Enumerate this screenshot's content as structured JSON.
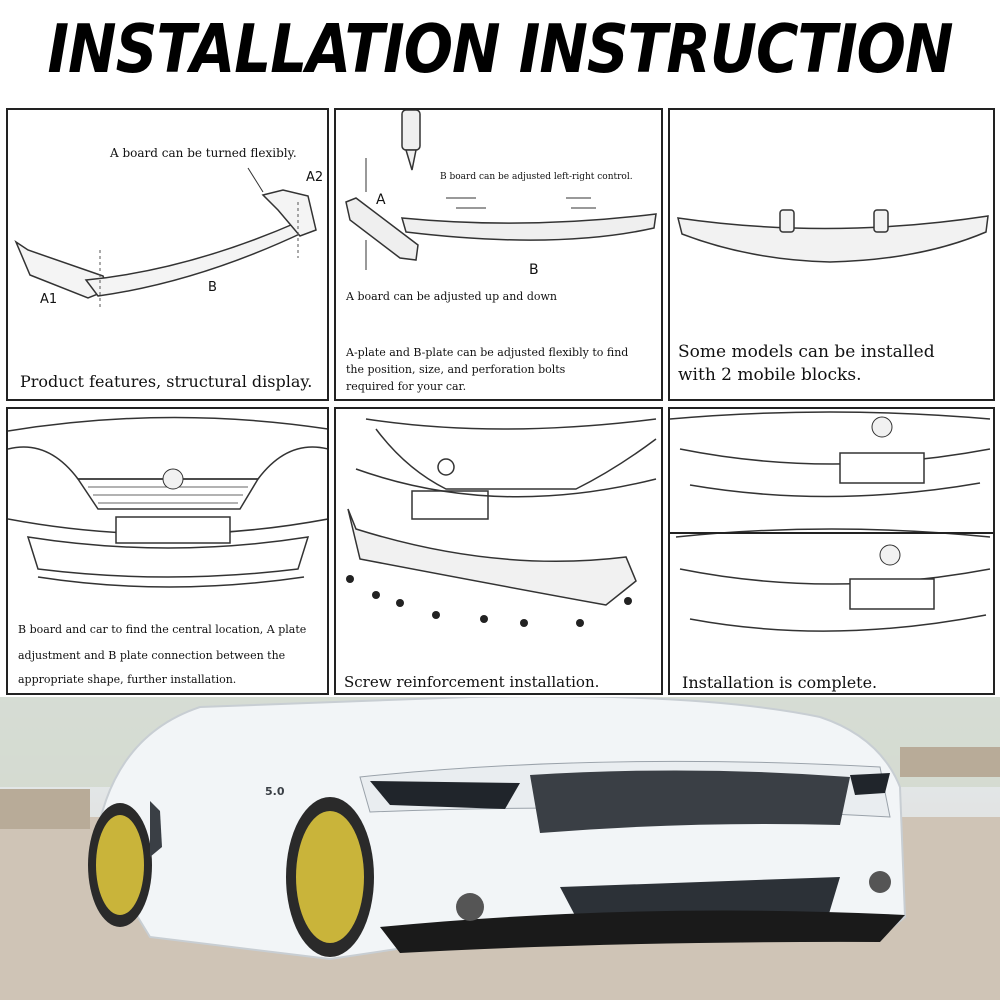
{
  "title": "INSTALLATION INSTRUCTION",
  "panels": {
    "p1": {
      "note": "A board can be turned flexibly.",
      "label_a2": "A2",
      "label_a1": "A1",
      "label_b": "B",
      "caption": "Product features, structural display."
    },
    "p2": {
      "note": "B board can be adjusted left-right control.",
      "label_a": "A",
      "label_b": "B",
      "note2": "A board can be adjusted up and down",
      "caption_line1": "A-plate and B-plate can be adjusted flexibly to find",
      "caption_line2": "the position, size, and perforation bolts",
      "caption_line3": "required for your car."
    },
    "p3": {
      "caption_line1": "Some models can be installed",
      "caption_line2": "with 2 mobile blocks."
    },
    "p4": {
      "caption_line1": "B board and car to find the central location, A plate",
      "caption_line2": "adjustment and B plate connection between the",
      "caption_line3": "appropriate shape, further installation."
    },
    "p5": {
      "caption": "Screw reinforcement installation."
    },
    "p6": {
      "caption": "Installation is complete."
    }
  },
  "photo": {
    "badge": "5.0",
    "colors": {
      "car_body": "#f2f5f7",
      "wheel": "#c9b43a",
      "sky": "#e9eef2",
      "ground": "#cfc4b6"
    }
  }
}
